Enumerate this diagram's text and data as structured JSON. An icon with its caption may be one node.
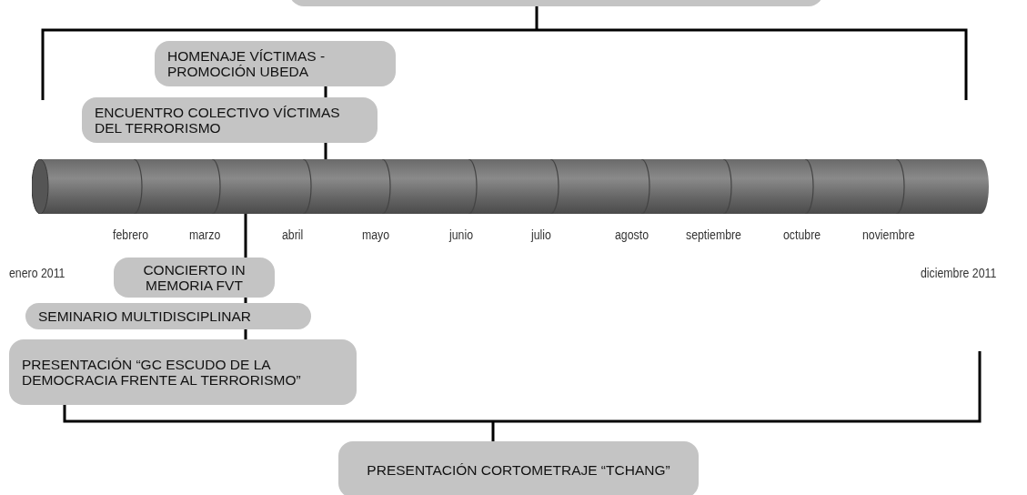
{
  "diagram": {
    "nodes": [
      {
        "text": [],
        "shape": "box"
      },
      {
        "text": [
          "HOMENAJE VÍCTIMAS - PROMOCIÓN UBEDA"
        ]
      },
      {
        "text": [
          "ENCUENTRO COLECTIVO VÍCTIMAS DEL TERRORISMO"
        ]
      },
      {
        "text": [],
        "shape": "cylinder"
      },
      {
        "text": [
          "CONCIERTO IN MEMORIA FVT"
        ]
      },
      {
        "text": [
          "SEMINARIO MULTIDISCIPLINAR"
        ]
      },
      {
        "text": [
          "PRESENTACIÓN “GC ESCUDO DE LA DEMOCRACIA FRENTE AL TERRORISMO”"
        ]
      },
      {
        "text": [
          "PRESENTACIÓN CORTOMETRAJE “TCHANG”"
        ]
      }
    ],
    "edges": [
      {
        "from": 1,
        "to": 2,
        "arrow": "none"
      },
      {
        "from": 2,
        "to": 3,
        "arrow": "none"
      },
      {
        "from": 3,
        "to": 4,
        "arrow": "none"
      },
      {
        "from": 4,
        "to": 5,
        "arrow": "none"
      },
      {
        "from": 5,
        "to": 6,
        "arrow": "none"
      }
    ],
    "labels": [
      "febrero",
      "marzo",
      "abril",
      "mayo",
      "junio",
      "julio",
      "agosto",
      "septiembre",
      "octubre",
      "noviembre",
      "enero 2011",
      "diciembre 2011"
    ]
  }
}
